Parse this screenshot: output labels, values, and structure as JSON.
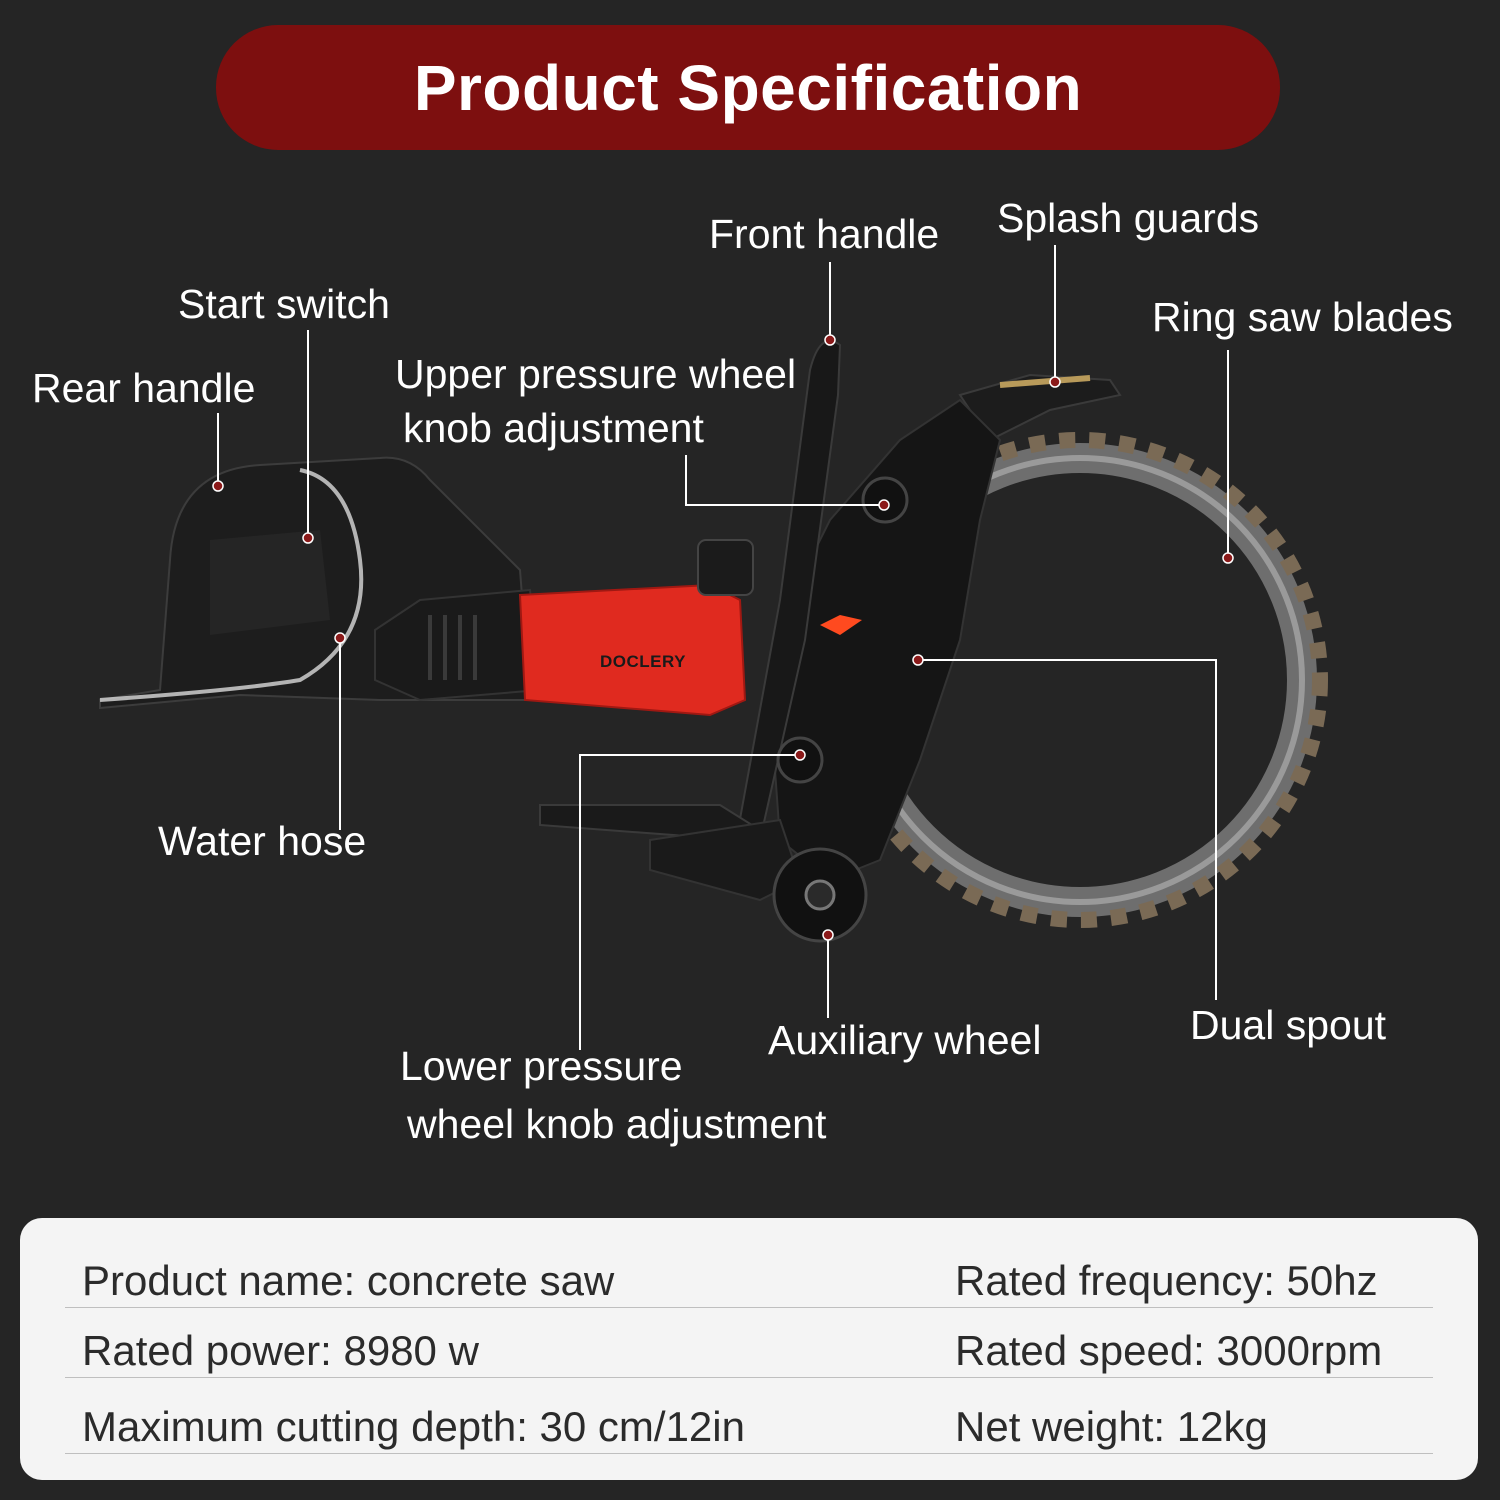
{
  "banner": {
    "title": "Product Specification"
  },
  "brand": {
    "logo_text": "DOCLERY"
  },
  "colors": {
    "background": "#252525",
    "banner": "#7d0f0f",
    "saw_body": "#e02a1f",
    "callout_dot": "#8b1a1a",
    "panel": "#f4f4f4"
  },
  "callouts": {
    "front_handle": "Front handle",
    "splash_guards": "Splash guards",
    "ring_saw_blades": "Ring saw blades",
    "start_switch": "Start switch",
    "rear_handle": "Rear handle",
    "upper_knob_line1": "Upper pressure wheel",
    "upper_knob_line2": "knob adjustment",
    "water_hose": "Water hose",
    "auxiliary_wheel": "Auxiliary wheel",
    "dual_spout": "Dual spout",
    "lower_knob_line1": "Lower pressure",
    "lower_knob_line2": "wheel knob adjustment"
  },
  "specs": [
    {
      "left": "Product name: concrete saw",
      "right": "Rated frequency: 50hz"
    },
    {
      "left": "Rated power: 8980 w",
      "right": "Rated speed: 3000rpm"
    },
    {
      "left": "Maximum cutting depth: 30 cm/12in",
      "right": "Net weight: 12kg"
    }
  ]
}
